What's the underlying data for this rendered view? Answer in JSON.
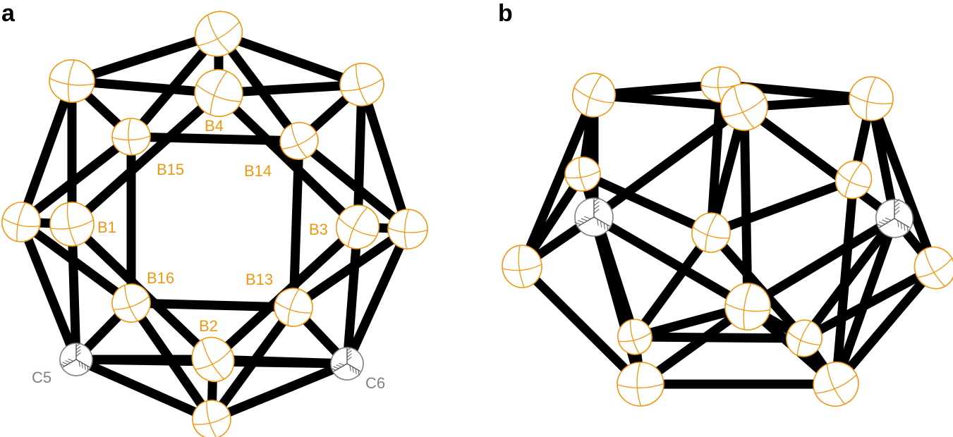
{
  "colors": {
    "boron": "#f0960f",
    "carbon": "#808080",
    "bond": "#000000",
    "background": "#ffffff"
  },
  "panels": [
    {
      "id": "a",
      "label": "a",
      "atom_labels": [
        {
          "atom": "B4",
          "text": "B4",
          "element": "boron"
        },
        {
          "atom": "B15",
          "text": "B15",
          "element": "boron"
        },
        {
          "atom": "B14",
          "text": "B14",
          "element": "boron"
        },
        {
          "atom": "B1",
          "text": "B1",
          "element": "boron"
        },
        {
          "atom": "B3",
          "text": "B3",
          "element": "boron"
        },
        {
          "atom": "B16",
          "text": "B16",
          "element": "boron"
        },
        {
          "atom": "B13",
          "text": "B13",
          "element": "boron"
        },
        {
          "atom": "B2",
          "text": "B2",
          "element": "boron"
        },
        {
          "atom": "C5",
          "text": "C5",
          "element": "carbon"
        },
        {
          "atom": "C6",
          "text": "C6",
          "element": "carbon"
        }
      ]
    },
    {
      "id": "b",
      "label": "b",
      "atom_labels": []
    }
  ]
}
